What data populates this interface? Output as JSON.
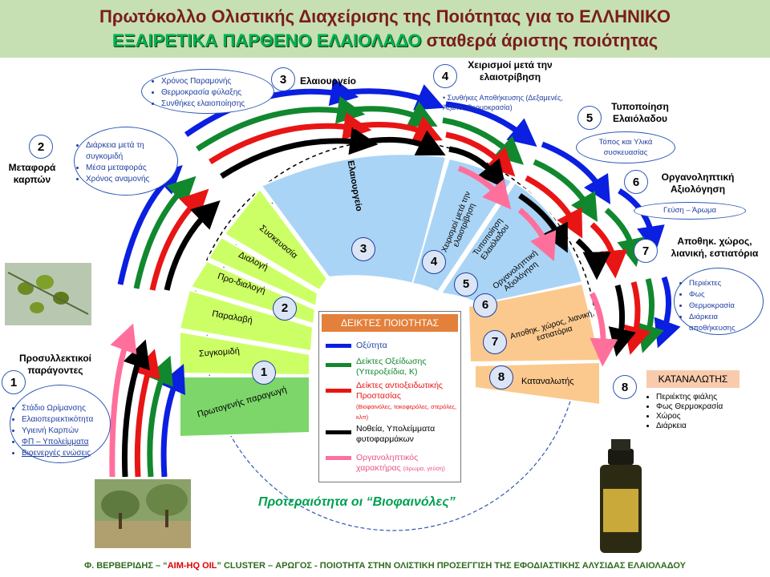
{
  "title": {
    "line1": "Πρωτόκολλο Ολιστικής Διαχείρισης της Ποιότητας για το ΕΛΛΗΝΙΚΟ",
    "line2_highlight": "ΕΞΑΙΡΕΤΙΚΑ ΠΑΡΘΕΝΟ ΕΛΑΙΟΛΑΔΟ",
    "line2_rest": " σταθερά άριστης ποιότητας"
  },
  "stages": {
    "s1": {
      "num": "1",
      "label": "Προσυλλεκτικοί παράγοντες",
      "items": [
        "Στάδιο Ωρίμανσης",
        "Ελαιοπεριεκτικότητα",
        "Υγιεινή Καρπών",
        "ΦΠ – Υπολείμματα",
        "Βιοενεργές ενώσεις"
      ]
    },
    "s2": {
      "num": "2",
      "label": "Μεταφορά καρπών",
      "items": [
        "Διάρκεια μετά τη συγκομιδή",
        "Μέσα μεταφοράς",
        "Χρόνος αναμονής"
      ]
    },
    "s3": {
      "num": "3",
      "label": "Ελαιουργείο",
      "items": [
        "Χρόνος Παραμονής",
        "Θερμοκρασία φύλαξης",
        "Συνθήκες ελαιοποίησης"
      ]
    },
    "s4": {
      "num": "4",
      "label": "Χειρισμοί μετά την ελαιοτρίβηση",
      "items": [
        "Συνθήκες Αποθήκευσης (Δεξαμενές, Άζωτο, Θερμοκρασία)"
      ]
    },
    "s5": {
      "num": "5",
      "label": "Τυποποίηση Ελαιόλαδου",
      "items": [
        "Τόπος και Υλικά συσκευασίας"
      ]
    },
    "s6": {
      "num": "6",
      "label": "Οργανοληπτική Αξιολόγηση",
      "items": [
        "Γεύση – Άρωμα"
      ]
    },
    "s7": {
      "num": "7",
      "label": "Αποθηκ. χώρος, λιανική, εστιατόρια",
      "items": [
        "Περιέκτες",
        "Φως",
        "Θερμοκρασία",
        "Διάρκεια αποθήκευσης"
      ]
    },
    "s8": {
      "num": "8",
      "label": "ΚΑΤΑΝΑΛΩΤΗΣ",
      "items": [
        "Περιέκτης φιάλης",
        "Φως Θερμοκρασία",
        "Χώρος",
        "Διάρκεια"
      ]
    }
  },
  "wheel": {
    "seg_primary": "Πρωτογενής παραγωγή",
    "seg_harvest": "Συγκομιδή",
    "seg_receipt": "Παραλαβή",
    "seg_presort": "Προ-διαλογή",
    "seg_sort": "Διαλογή",
    "seg_pack": "Συσκευασία",
    "seg_mill": "Ελαιουργείο",
    "seg_post": "Χειρισμοί μετά την ελαιοτρίβηση",
    "seg_bottling": "Τυποποίηση Ελαιόλαδου",
    "seg_sensory": "Οργανοληπτική Αξιολόγηση",
    "seg_storage": "Αποθηκ. χώρος, λιανική, εστιατόρια",
    "seg_consumer": "Καταναλωτής",
    "n1": "1",
    "n2": "2",
    "n3": "3",
    "n4": "4",
    "n5": "5",
    "n6": "6",
    "n7": "7",
    "n8": "8"
  },
  "legend": {
    "title": "ΔΕΙΚΤΕΣ ΠΟΙΟΤΗΤΑΣ",
    "items": [
      {
        "color": "#0a1fe0",
        "text": "Οξύτητα",
        "sub": "",
        "text_color": "#1f3fa0"
      },
      {
        "color": "#11882e",
        "text": "Δείκτες Οξείδωσης (Υπεροξείδια, Κ)",
        "sub": "",
        "text_color": "#11882e"
      },
      {
        "color": "#e81515",
        "text": "Δείκτες αντιοξειδωτικής Προστασίας",
        "sub": "(Βιοφαινόλες, τοκοφερόλες, στερόλες, κλπ)",
        "text_color": "#e81515"
      },
      {
        "color": "#000000",
        "text": "Νοθεία, Υπολείμματα φυτοφαρμάκων",
        "sub": "",
        "text_color": "#000000"
      },
      {
        "color": "#ff6f9c",
        "text": "Οργανοληπτικός χαρακτήρας",
        "sub": "(άρωμα, γεύση)",
        "text_color": "#e8557f"
      }
    ]
  },
  "priority": "Προτεραιότητα οι “Βιοφαινόλες”",
  "footer": {
    "pre": "Φ. ΒΕΡΒΕΡΙΔΗΣ – “",
    "red": "AIM-HQ OIL",
    "post": "” CLUSTER – ΑΡΩΓΟΣ - ΠΟΙΟΤΗΤΑ ΣΤΗΝ ΟΛΙΣΤΙΚΗ ΠΡΟΣΕΓΓΙΣΗ ΤΗΣ ΕΦΟΔΙΑΣΤΙΚΗΣ ΑΛΥΣΙΔΑΣ ΕΛΑΙΟΛΑΔΟΥ"
  },
  "colors": {
    "title_bg": "#c6e0b4",
    "title_text": "#7b1c1c",
    "title_highlight": "#00b050",
    "wheel_green": "#ccff66",
    "wheel_primary": "#7cd66a",
    "wheel_blue": "#aad4f5",
    "wheel_orange": "#fbc98e",
    "legend_head": "#e3803b"
  }
}
